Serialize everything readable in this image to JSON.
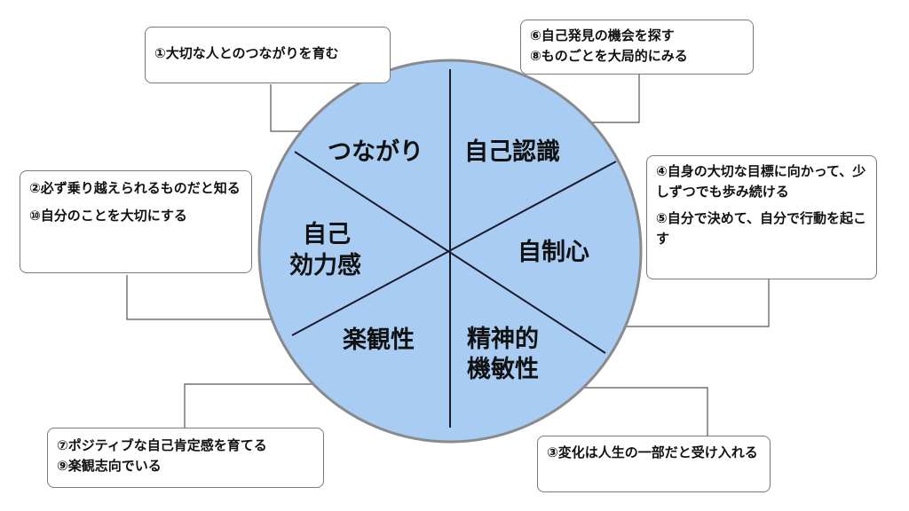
{
  "colors": {
    "circle_fill": "#a9ccf2",
    "circle_stroke": "#8a8a8a",
    "lines": "#1a1a2e",
    "connectors": "#555555"
  },
  "segments": {
    "tsunagari": "つながり",
    "jiko_ninshiki": "自己認識",
    "jiko_kouryokukan_1": "自己",
    "jiko_kouryokukan_2": "効力感",
    "jiseishin": "自制心",
    "rakkansei": "楽観性",
    "seishinteki_1": "精神的",
    "seishinteki_2": "機敏性"
  },
  "notes": {
    "n1": "①大切な人とのつながりを育む",
    "n6": "⑥自己発見の機会を探す",
    "n8": "⑧ものごとを大局的にみる",
    "n2": "②必ず乗り越えられるものだと知る",
    "n10": "⑩自分のことを大切にする",
    "n4": "④自身の大切な目標に向かって、少しずつでも歩み続ける",
    "n5": "⑤自分で決めて、自分で行動を起こす",
    "n7": "⑦ポジティブな自己肯定感を育てる",
    "n9": "⑨楽観志向でいる",
    "n3": "③変化は人生の一部だと受け入れる"
  }
}
